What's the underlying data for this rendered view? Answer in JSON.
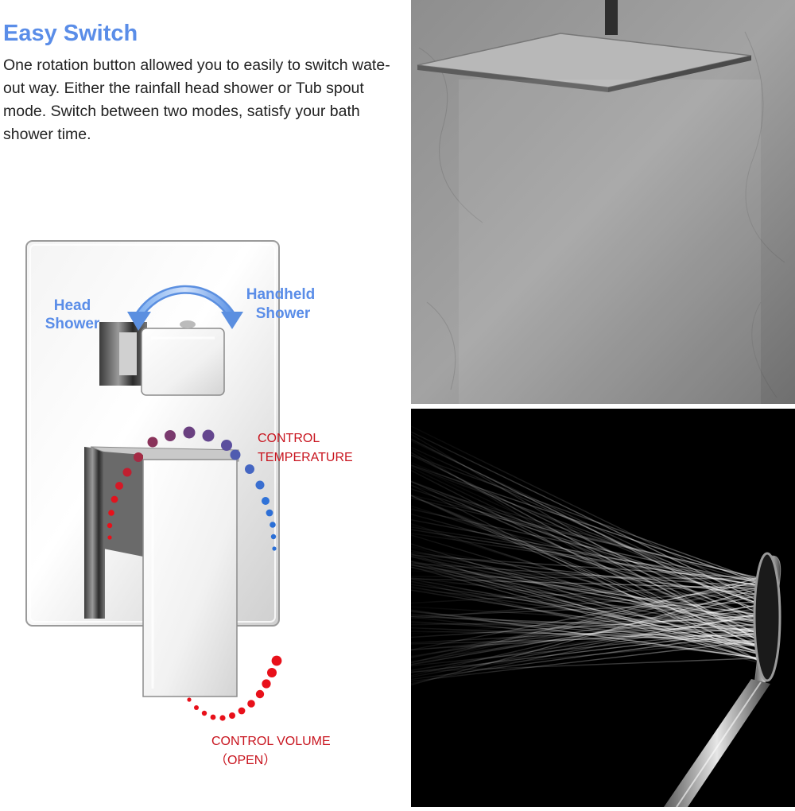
{
  "heading": "Easy Switch",
  "description": "One rotation button allowed you to easily to switch wate-out way. Either the rainfall head shower or Tub spout mode. Switch between two modes, satisfy your bath shower time.",
  "diagram": {
    "head_shower_line1": "Head",
    "head_shower_line2": "Shower",
    "handheld_line1": "Handheld",
    "handheld_line2": "Shower",
    "temp_line1": "CONTROL",
    "temp_line2": "TEMPERATURE",
    "volume_line1": "CONTROL VOLUME",
    "volume_line2": "（OPEN）"
  },
  "colors": {
    "heading": "#5a8de8",
    "label_blue": "#5a8de8",
    "label_red": "#c8141e",
    "hot": "#e8101a",
    "cold": "#2a6fd6"
  }
}
